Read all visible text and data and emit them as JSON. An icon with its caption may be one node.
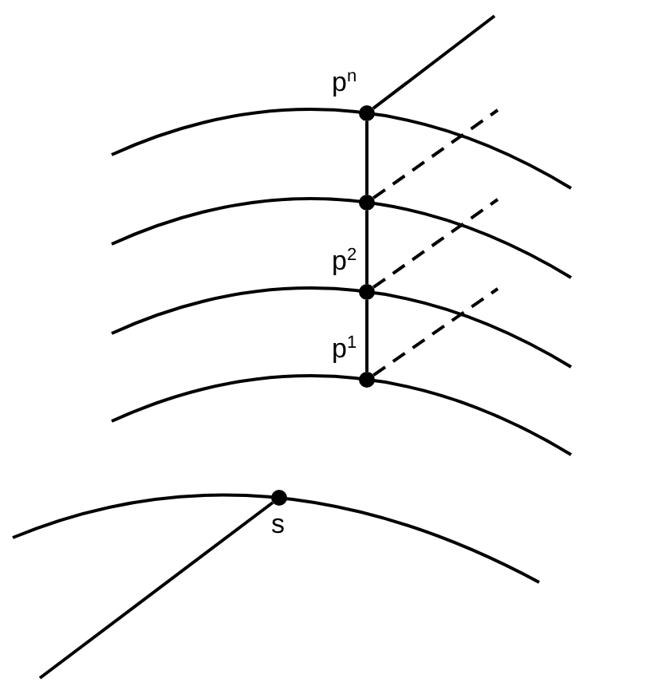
{
  "diagram": {
    "nodes": [
      {
        "text": [
          "p$^{n}$"
        ]
      },
      {
        "text": [],
        "shape": "circle"
      },
      {
        "text": [
          "p$^{2}$"
        ]
      },
      {
        "text": [
          "p$^{1}$"
        ]
      },
      {
        "text": [
          "s"
        ]
      }
    ],
    "edges": [
      {
        "from": 3,
        "to": 2,
        "arrow": "none"
      },
      {
        "from": 2,
        "to": 1,
        "arrow": "none"
      },
      {
        "from": 1,
        "to": 0,
        "arrow": "none"
      },
      {
        "from": 0,
        "to": null,
        "arrow": "none"
      },
      {
        "from": 1,
        "to": null,
        "arrow": "none",
        "style": "dashed"
      },
      {
        "from": 2,
        "to": null,
        "arrow": "none",
        "style": "dashed"
      },
      {
        "from": 3,
        "to": null,
        "arrow": "none",
        "style": "dashed"
      },
      {
        "from": 4,
        "to": null,
        "arrow": "none"
      }
    ]
  }
}
